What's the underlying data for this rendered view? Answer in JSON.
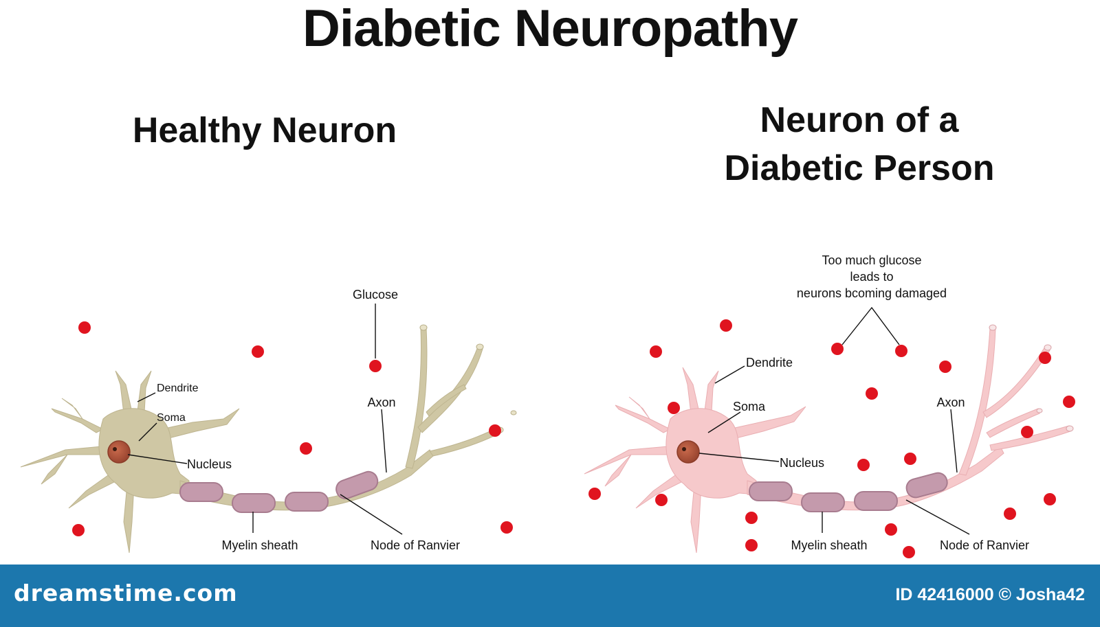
{
  "title": "Diabetic Neuropathy",
  "panels": {
    "healthy": {
      "title": "Healthy Neuron",
      "labels": {
        "glucose": "Glucose",
        "dendrite": "Dendrite",
        "soma": "Soma",
        "nucleus": "Nucleus",
        "axon": "Axon",
        "myelin": "Myelin sheath",
        "node": "Node of Ranvier"
      }
    },
    "diabetic": {
      "title_line1": "Neuron of a",
      "title_line2": "Diabetic Person",
      "annotation": [
        "Too much glucose",
        "leads to",
        "neurons bcoming damaged"
      ],
      "labels": {
        "dendrite": "Dendrite",
        "soma": "Soma",
        "nucleus": "Nucleus",
        "axon": "Axon",
        "myelin": "Myelin sheath",
        "node": "Node of Ranvier"
      }
    }
  },
  "colors": {
    "healthy_neuron": "#cfc7a4",
    "diabetic_neuron": "#f6c9cb",
    "glucose": "#e0141f",
    "myelin": "#c49aac",
    "nucleus": "#b2553a",
    "footer": "#1c77ad"
  },
  "footer": {
    "brand": "dreamstime.com",
    "credit": "ID 42416000 © Josha42"
  }
}
